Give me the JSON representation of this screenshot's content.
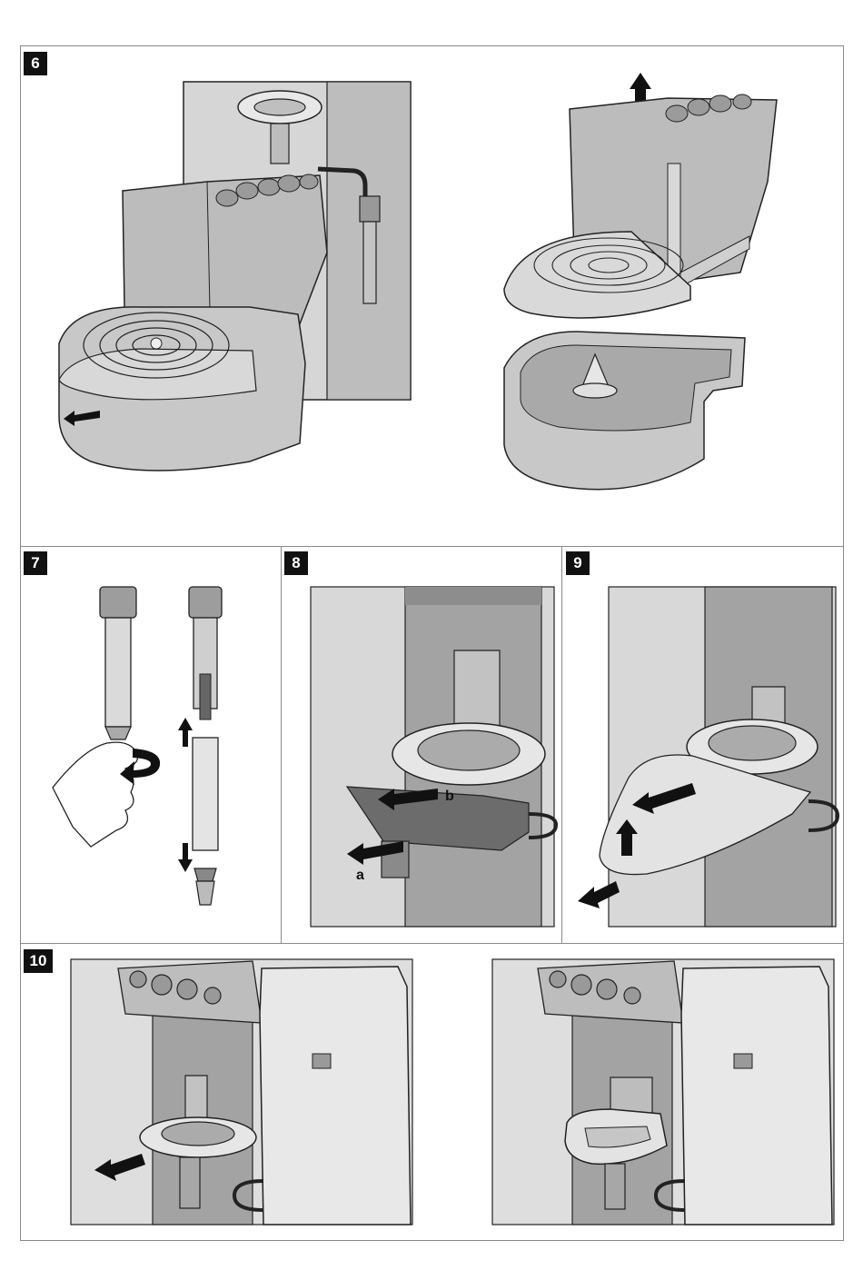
{
  "steps": [
    {
      "number": "6"
    },
    {
      "number": "7"
    },
    {
      "number": "8",
      "labels": {
        "a": "a",
        "b": "b"
      }
    },
    {
      "number": "9"
    },
    {
      "number": "10"
    }
  ],
  "colors": {
    "machine_fill": "#c9c9c9",
    "machine_dark": "#9a9a9a",
    "line": "#222222",
    "arrow": "#111111",
    "frame": "#8a8a8a"
  }
}
